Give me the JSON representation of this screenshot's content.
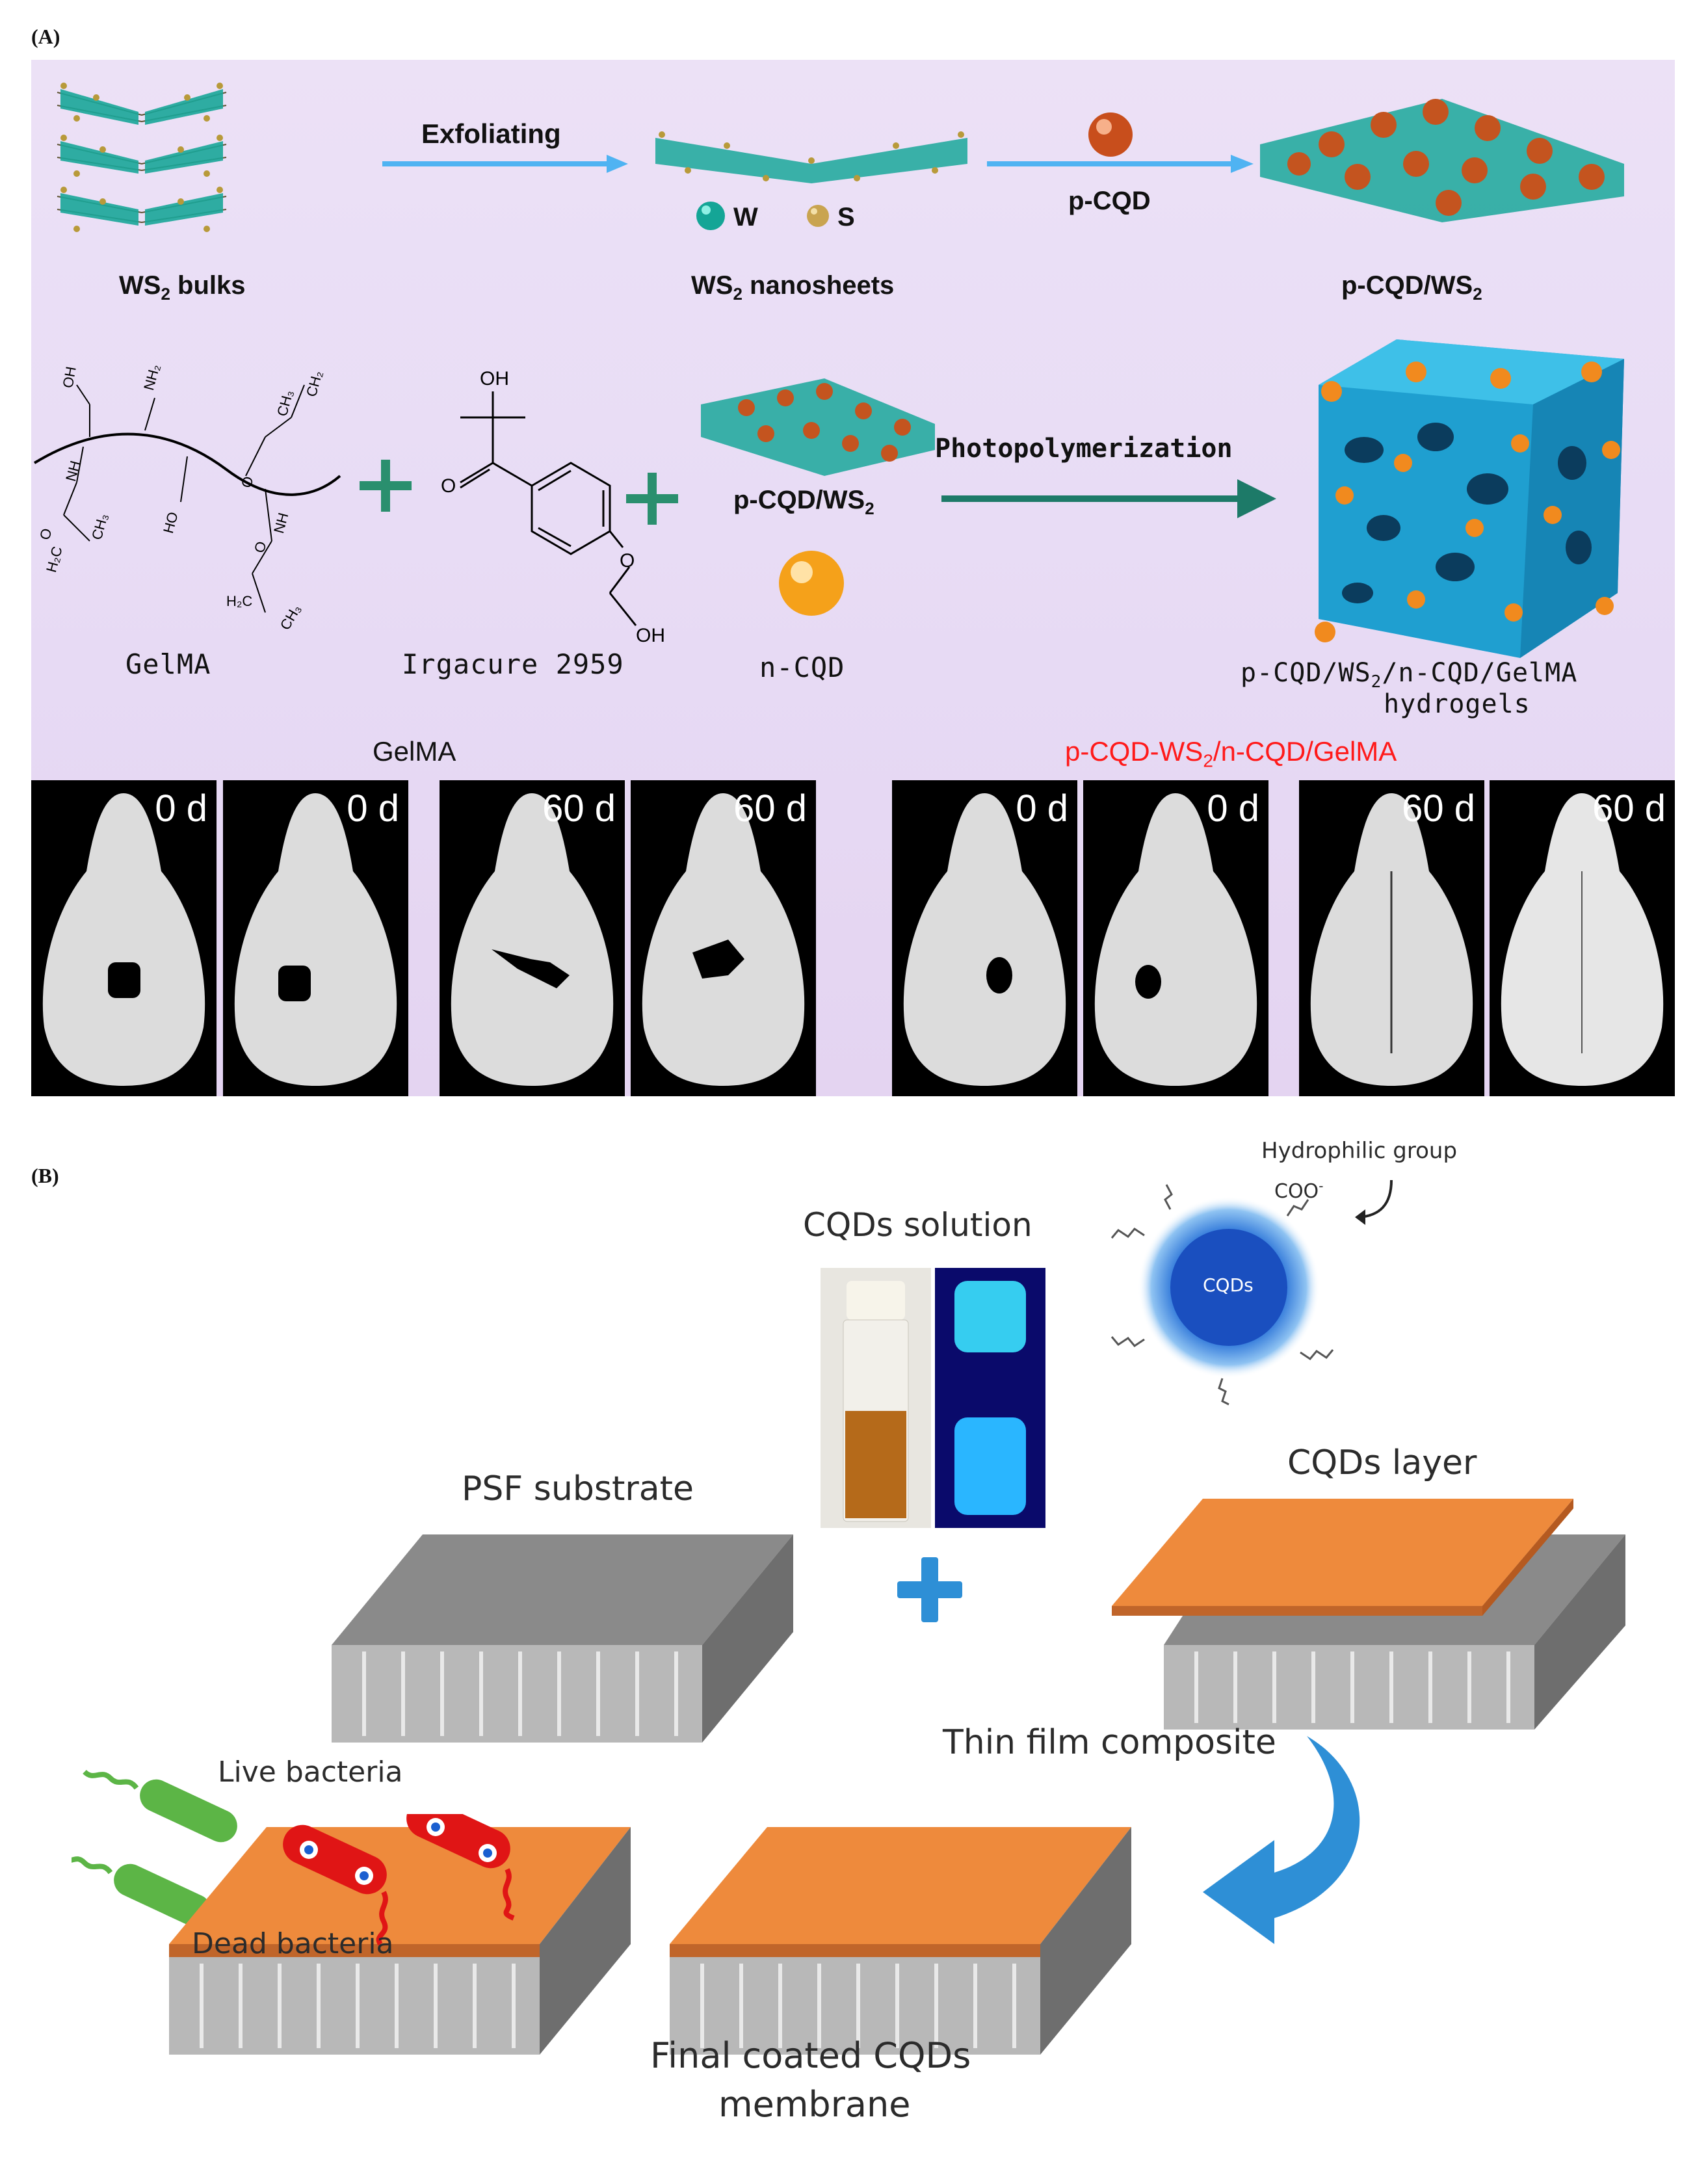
{
  "panel_a": {
    "label": "(A)",
    "exfoliating_label": "Exfoliating",
    "legend_w": "W",
    "legend_s": "S",
    "pcqd_arrow_label": "p-CQD",
    "ws2_bulks": {
      "prefix": "WS",
      "sub": "2",
      "suffix": " bulks"
    },
    "ws2_nanosheets": {
      "prefix": "WS",
      "sub": "2",
      "suffix": " nanosheets"
    },
    "pcqd_ws2_top": {
      "prefix": "p-CQD/WS",
      "sub": "2"
    },
    "pcqd_ws2_mid": {
      "prefix": "p-CQD/WS",
      "sub": "2"
    },
    "photopolymerization_label": "Photopolymerization",
    "gelma_label": "GelMA",
    "irgacure_label": "Irgacure 2959",
    "ncqd_label": "n-CQD",
    "hydrogel_label_line1": {
      "prefix": "p-CQD/WS",
      "sub": "2",
      "suffix": "/n-CQD/GelMA"
    },
    "hydrogel_label_line2": "hydrogels",
    "chem": {
      "oh": "OH",
      "nh2": "NH",
      "nh2_sub": "2",
      "nh": "NH",
      "o": "O",
      "ch2": "CH",
      "ch2_sub": "2",
      "ch3": "CH",
      "ch3_sub": "3",
      "h2c": "H",
      "h2c_sub": "2",
      "h2c_tail": "C",
      "ho": "HO"
    },
    "group_gelma_title": "GelMA",
    "group_hydrogel_title": {
      "prefix": "p-CQD-WS",
      "sub": "2",
      "suffix": "/n-CQD/GelMA"
    },
    "skull_days": [
      "0 d",
      "0 d",
      "60 d",
      "60 d",
      "0 d",
      "0 d",
      "60 d",
      "60 d"
    ],
    "colors": {
      "title_red": "#ff1a1a",
      "teal_arrow": "#1d7a68",
      "blue_arrow": "#4fb3f2",
      "plus_teal": "#2a8f6e"
    }
  },
  "panel_b": {
    "label": "(B)",
    "hydrophilic_group": "Hydrophilic group",
    "coo": "COO",
    "coo_sup": "-",
    "cqds_core": "CQDs",
    "cqds_solution": "CQDs solution",
    "psf_substrate": "PSF substrate",
    "cqds_layer": "CQDs layer",
    "thin_film_composite": "Thin film composite",
    "live_bacteria": "Live bacteria",
    "dead_bacteria": "Dead bacteria",
    "final_membrane_line1": "Final coated CQDs",
    "final_membrane_line2": "membrane",
    "colors": {
      "orange_layer": "#ee8a3c",
      "grey_substrate": "#8a8a8a",
      "plus_blue": "#2e8fd6",
      "cqd_blue": "#1e5cc8"
    }
  }
}
